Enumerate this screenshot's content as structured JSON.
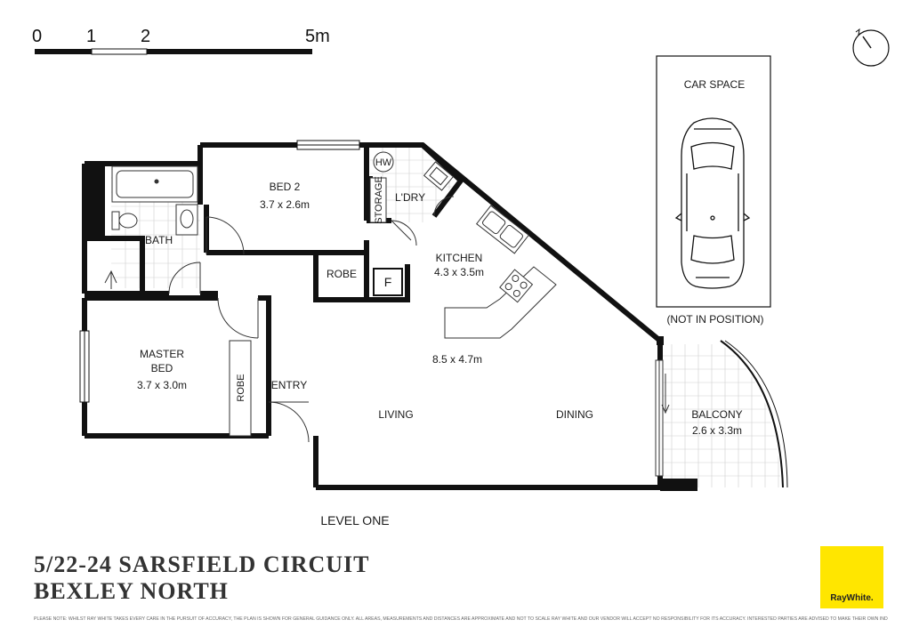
{
  "scale_bar": {
    "labels": [
      "0",
      "1",
      "2",
      "5m"
    ]
  },
  "rooms": {
    "bed2": {
      "name": "BED 2",
      "dims": "3.7 x 2.6m"
    },
    "hw": "HW",
    "storage": "STORAGE",
    "laundry": "L'DRY",
    "bath": "BATH",
    "robe_bed2": "ROBE",
    "fridge": "F",
    "kitchen": {
      "name": "KITCHEN",
      "dims": "4.3 x 3.5m"
    },
    "master": {
      "name_line1": "MASTER",
      "name_line2": "BED",
      "dims": "3.7 x 3.0m"
    },
    "robe_master": "ROBE",
    "entry": "ENTRY",
    "living_dining_dims": "8.5 x 4.7m",
    "living": "LIVING",
    "dining": "DINING",
    "balcony": {
      "name": "BALCONY",
      "dims": "2.6 x 3.3m"
    },
    "car_space": "CAR SPACE",
    "not_in_position": "(NOT IN POSITION)"
  },
  "level": "LEVEL ONE",
  "address": {
    "line1": "5/22-24 SARSFIELD CIRCUIT",
    "line2": "BEXLEY NORTH"
  },
  "logo_text": "RayWhite.",
  "disclaimer": "PLEASE NOTE: WHILST RAY WHITE TAKES EVERY CARE IN THE PURSUIT OF ACCURACY, THE PLAN IS SHOWN FOR GENERAL GUIDANCE ONLY. ALL AREAS, MEASUREMENTS AND DISTANCES ARE APPROXIMATE AND NOT TO SCALE RAY WHITE AND OUR VENDOR WILL ACCEPT NO RESPONSIBILITY FOR ITS ACCURACY. INTERESTED PARTIES ARE ADVISED TO MAKE THEIR OWN INDEPENDENT ENQUIRIES",
  "colors": {
    "brand": "#ffe600",
    "wall": "#111111"
  }
}
